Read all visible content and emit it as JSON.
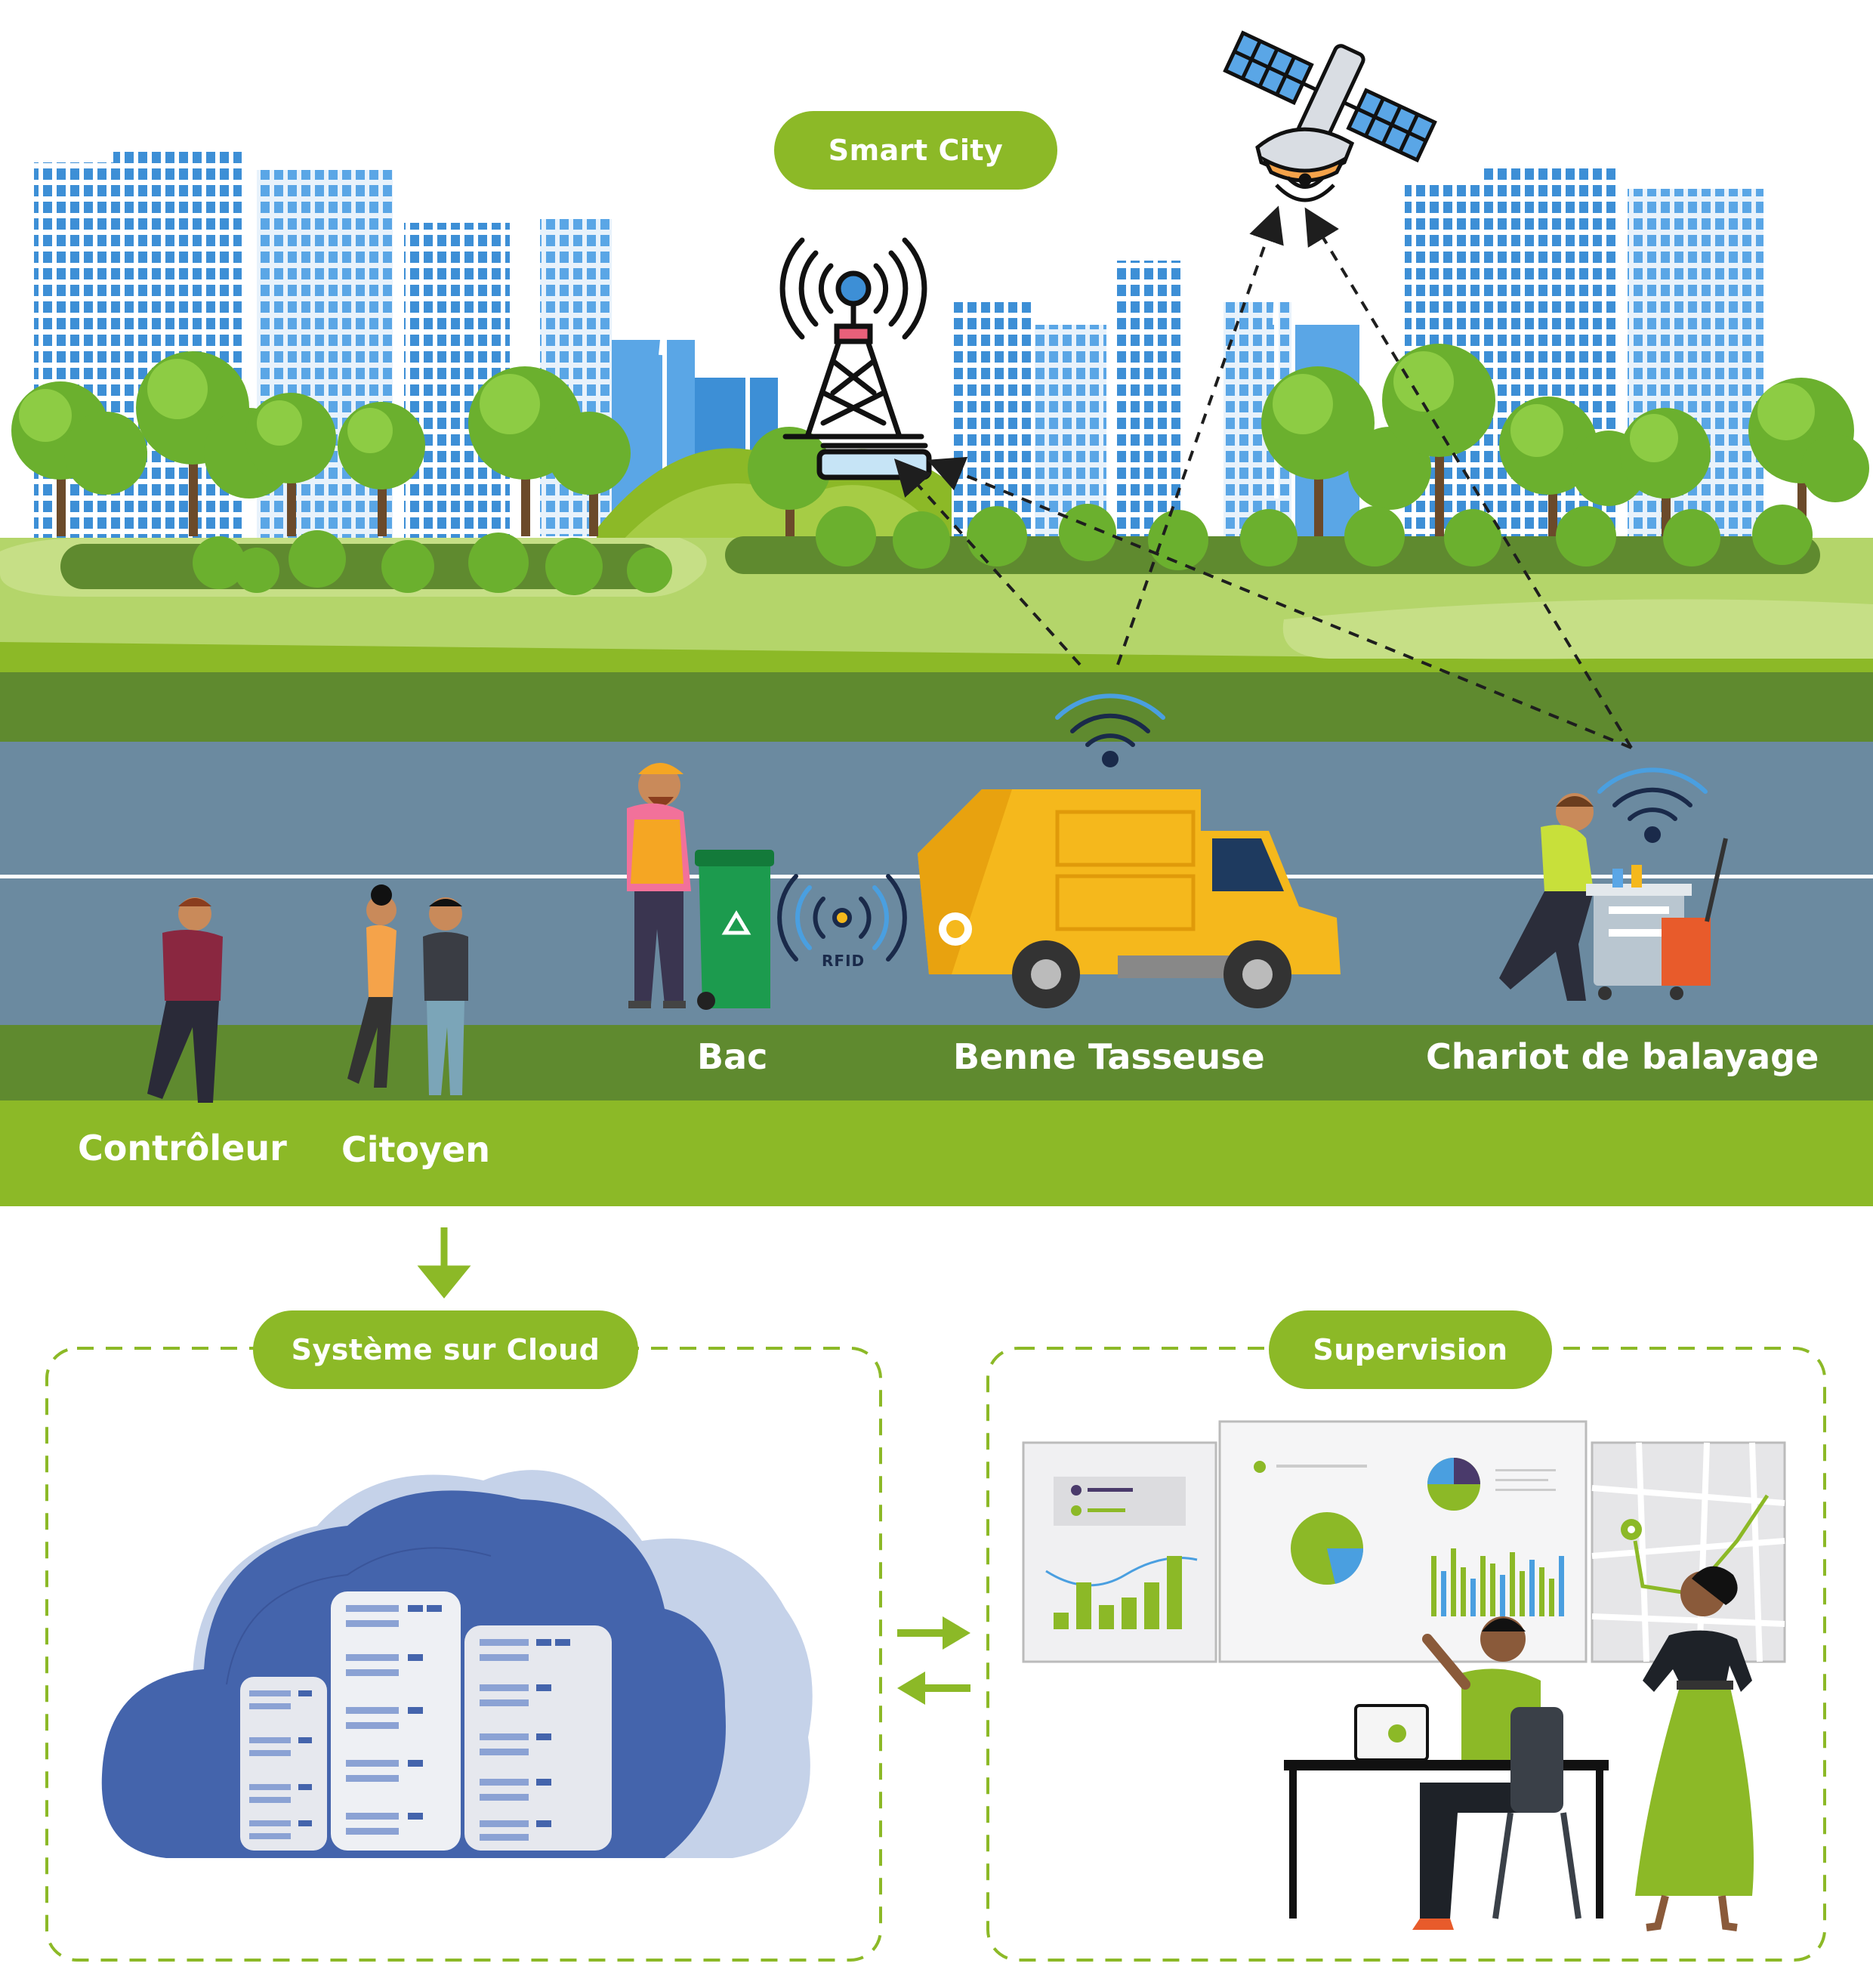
{
  "smart_city": {
    "title": "Smart City"
  },
  "street": {
    "rfid_label": "RFID",
    "actors": [
      {
        "label": "Bac"
      },
      {
        "label": "Benne Tasseuse"
      },
      {
        "label": "Chariot de balayage"
      },
      {
        "label": "Contrôleur"
      },
      {
        "label": "Citoyen"
      }
    ]
  },
  "panels": {
    "cloud": {
      "title": "Système sur Cloud"
    },
    "supervision": {
      "title": "Supervision"
    }
  },
  "colors": {
    "accent": "#8cb927",
    "road": "#6b8aa0",
    "dark_green": "#5f8a2f",
    "building_blue": "#3d8fd6",
    "cloud_blue": "#4464ac",
    "truck_yellow": "#f5b81c"
  },
  "icons": [
    "satellite-icon",
    "antenna-tower-icon",
    "wifi-icon",
    "rfid-icon",
    "recycle-icon",
    "arrow-down-icon",
    "bidirectional-arrows-icon"
  ]
}
